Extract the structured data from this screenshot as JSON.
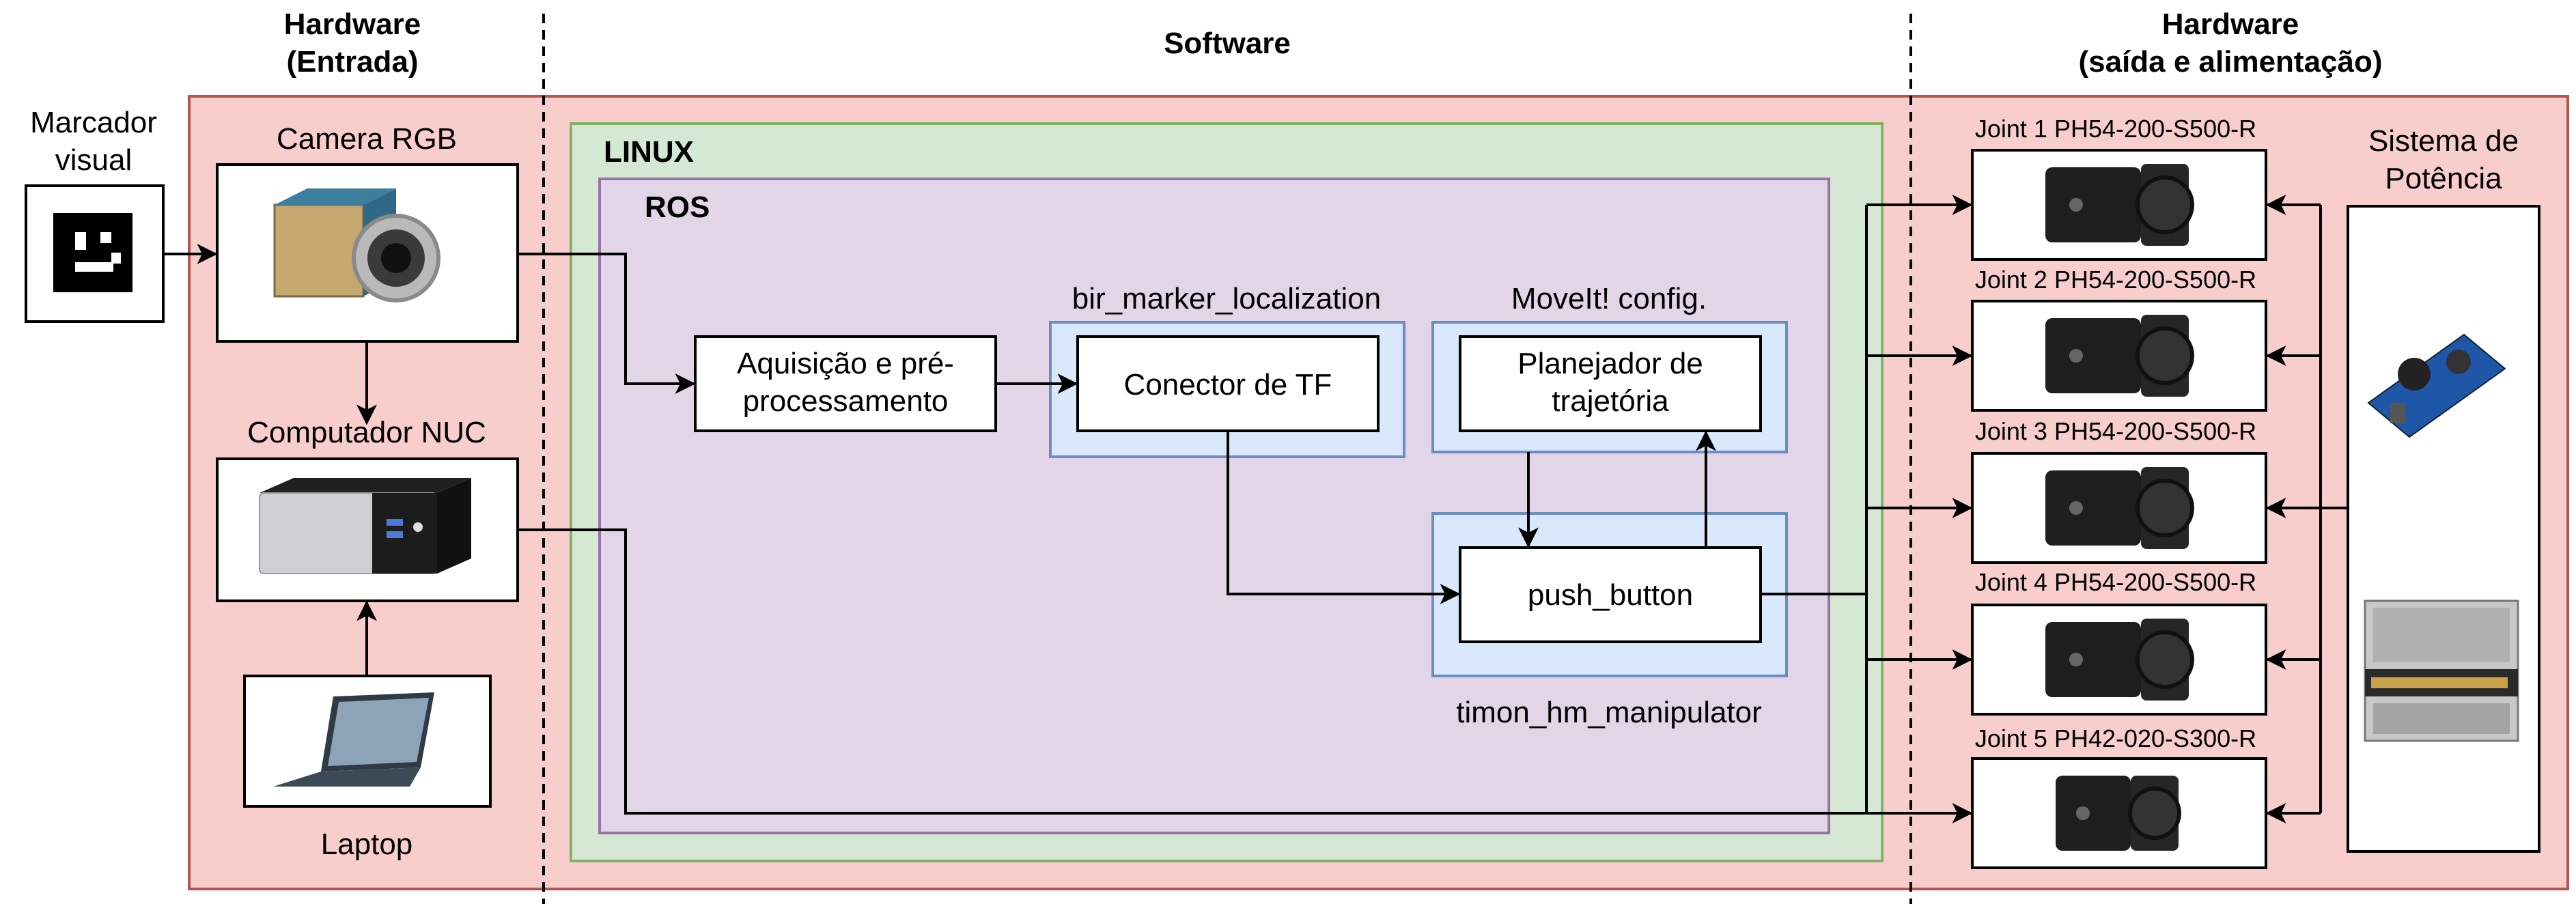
{
  "sections": {
    "hardware_input": [
      "Hardware",
      "(Entrada)"
    ],
    "software": "Software",
    "hardware_output": [
      "Hardware",
      "(saída e alimentação)"
    ]
  },
  "containers": {
    "linux": "LINUX",
    "ros": "ROS",
    "bir_group": "bir_marker_localization",
    "moveit_group": "MoveIt! config.",
    "timon_group": "timon_hm_manipulator"
  },
  "devices": {
    "marker": [
      "Marcador",
      "visual"
    ],
    "camera": "Camera RGB",
    "nuc": "Computador NUC",
    "laptop": "Laptop",
    "power": [
      "Sistema de",
      "Potência"
    ]
  },
  "nodes": {
    "acquisition": [
      "Aquisição e pré-",
      "processamento"
    ],
    "tf_connector": "Conector de TF",
    "planner": [
      "Planejador de",
      "trajetória"
    ],
    "push_button": "push_button"
  },
  "joints": [
    "Joint 1 PH54-200-S500-R",
    "Joint 2 PH54-200-S500-R",
    "Joint 3 PH54-200-S500-R",
    "Joint 4 PH54-200-S500-R",
    "Joint 5 PH42-020-S300-R"
  ],
  "colors": {
    "hardware_zone": "#f8cecc",
    "hardware_border": "#b85450",
    "linux_fill": "#d5e8d4",
    "linux_border": "#82b366",
    "ros_fill": "#e1d5e7",
    "ros_border": "#9673a6",
    "group_fill": "#dae8fc",
    "group_border": "#6c8ebf"
  }
}
